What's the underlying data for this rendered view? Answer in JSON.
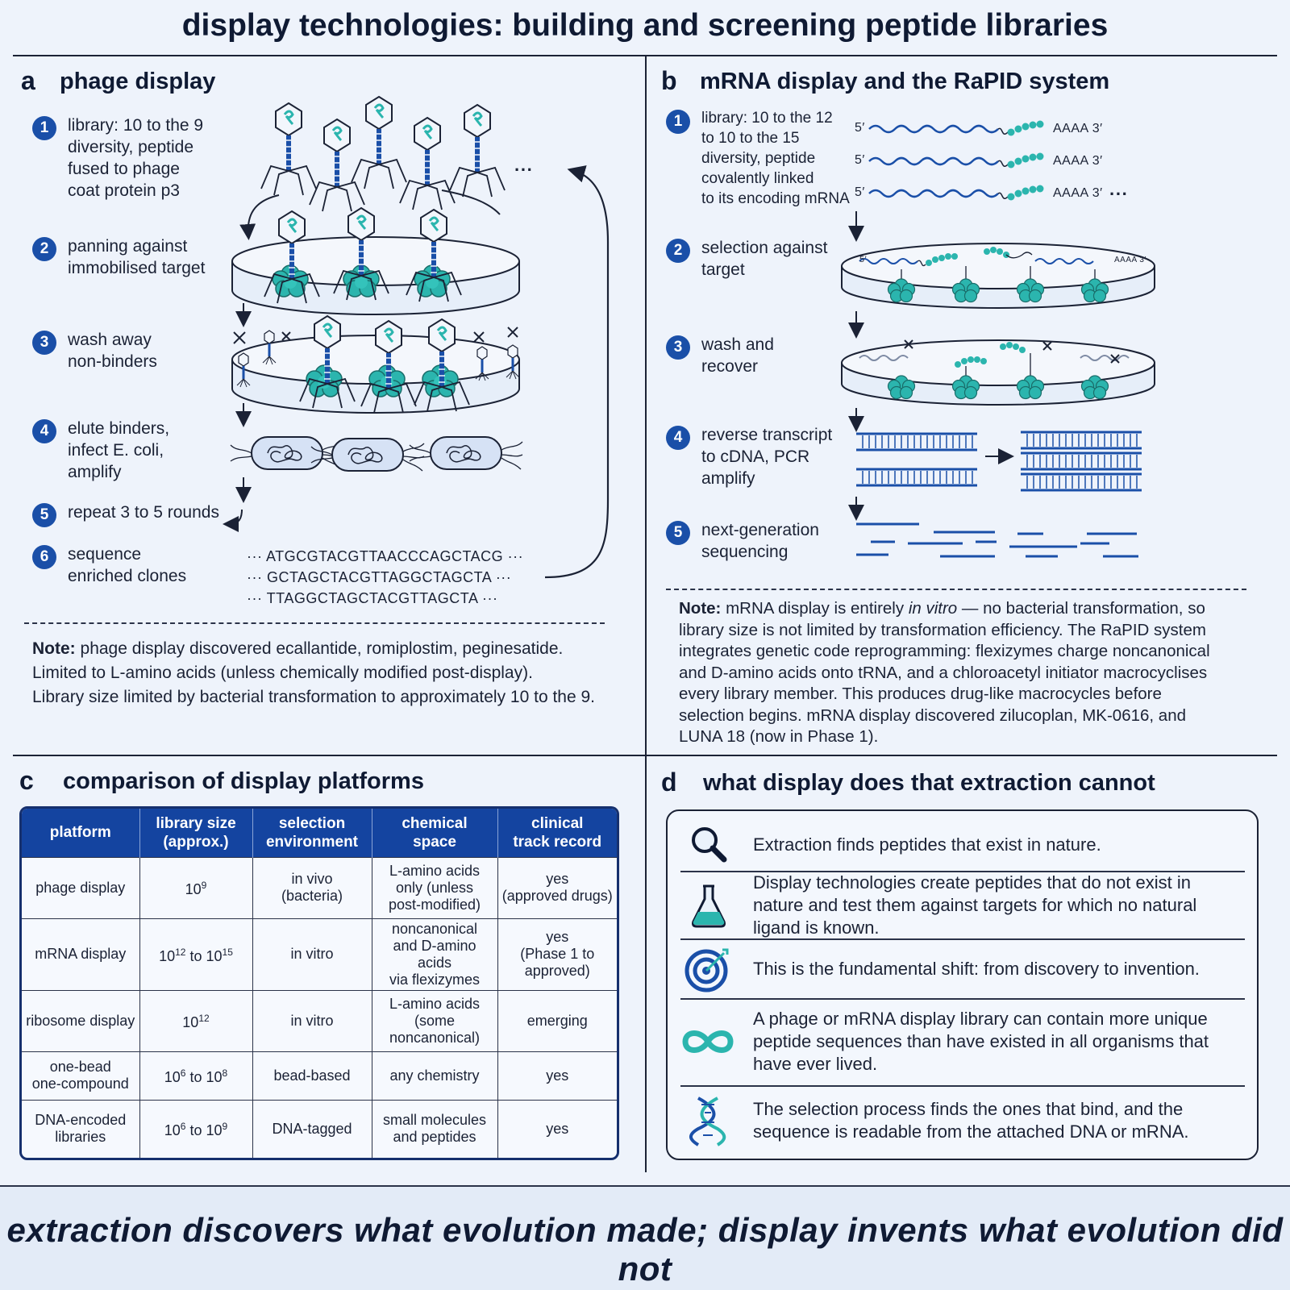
{
  "title": "display technologies: building and screening peptide libraries",
  "panel_a": {
    "letter": "a",
    "title": "phage display",
    "steps": [
      {
        "num": "1",
        "text": "library: 10 to the 9\ndiversity, peptide\nfused to phage\ncoat protein p3"
      },
      {
        "num": "2",
        "text": "panning against\nimmobilised target"
      },
      {
        "num": "3",
        "text": "wash away\nnon-binders"
      },
      {
        "num": "4",
        "text": "elute binders,\ninfect E. coli,\namplify"
      },
      {
        "num": "5",
        "text": "repeat 3 to 5 rounds"
      },
      {
        "num": "6",
        "text": "sequence\nenriched clones"
      }
    ],
    "sequences": [
      "··· ATGCGTACGTTAACCCAGCTACG ···",
      "··· GCTAGCTACGTTAGGCTAGCTA ···",
      "··· TTAGGCTAGCTACGTTAGCTA ···"
    ],
    "ellipsis": "···",
    "note_label": "Note:",
    "note_lines": [
      "phage display discovered ecallantide, romiplostim, peginesatide.",
      "Limited to L-amino acids (unless chemically modified post-display).",
      "Library size limited by bacterial transformation to approximately 10 to the 9."
    ]
  },
  "panel_b": {
    "letter": "b",
    "title": "mRNA display and the RaPID system",
    "steps": [
      {
        "num": "1",
        "text": "library: 10 to the 12\nto 10 to the 15\ndiversity, peptide\ncovalently linked\nto its encoding mRNA"
      },
      {
        "num": "2",
        "text": "selection against\ntarget"
      },
      {
        "num": "3",
        "text": "wash and\nrecover"
      },
      {
        "num": "4",
        "text": "reverse transcript\nto cDNA, PCR\namplify"
      },
      {
        "num": "5",
        "text": "next-generation\nsequencing"
      }
    ],
    "mrna_five": "5′",
    "mrna_tail": "AAAA 3′",
    "dish_five": "5′",
    "dish_tail": "AAAA 3′",
    "ellipsis": "···",
    "note_label": "Note:",
    "note_pre": "mRNA display is entirely",
    "note_italic": "in vitro",
    "note_post": "— no bacterial transformation, so library size is not limited by transformation efficiency. The RaPID system integrates genetic code reprogramming: flexizymes charge noncanonical and D-amino acids onto tRNA, and a chloroacetyl initiator macrocyclises every library member. This produces drug-like macrocycles before selection begins. mRNA display discovered zilucoplan, MK-0616, and LUNA 18 (now in Phase 1)."
  },
  "panel_c": {
    "letter": "c",
    "title": "comparison of display platforms",
    "headers": [
      "platform",
      "library size\n(approx.)",
      "selection\nenvironment",
      "chemical\nspace",
      "clinical\ntrack record"
    ],
    "rows": [
      {
        "platform": "phage display",
        "size_base": "10",
        "size_exp": "9",
        "size_to": "",
        "size_exp2": "",
        "env": "in vivo\n(bacteria)",
        "chem": "L-amino acids\nonly (unless\npost-modified)",
        "clinical": "yes\n(approved drugs)"
      },
      {
        "platform": "mRNA display",
        "size_base": "10",
        "size_exp": "12",
        "size_to": " to 10",
        "size_exp2": "15",
        "env": "in vitro",
        "chem": "noncanonical\nand D-amino acids\nvia flexizymes",
        "clinical": "yes\n(Phase 1 to\napproved)"
      },
      {
        "platform": "ribosome display",
        "size_base": "10",
        "size_exp": "12",
        "size_to": "",
        "size_exp2": "",
        "env": "in vitro",
        "chem": "L-amino acids\n(some\nnoncanonical)",
        "clinical": "emerging"
      },
      {
        "platform": "one-bead\none-compound",
        "size_base": "10",
        "size_exp": "6",
        "size_to": " to 10",
        "size_exp2": "8",
        "env": "bead-based",
        "chem": "any chemistry",
        "clinical": "yes"
      },
      {
        "platform": "DNA-encoded\nlibraries",
        "size_base": "10",
        "size_exp": "6",
        "size_to": " to 10",
        "size_exp2": "9",
        "env": "DNA-tagged",
        "chem": "small molecules\nand peptides",
        "clinical": "yes"
      }
    ]
  },
  "panel_d": {
    "letter": "d",
    "title": "what display does that extraction cannot",
    "rows": [
      {
        "icon": "magnifier-icon",
        "text": "Extraction finds peptides that exist in nature."
      },
      {
        "icon": "flask-icon",
        "text": "Display technologies create peptides that do not exist in nature and test them against targets for which no natural ligand is known."
      },
      {
        "icon": "target-icon",
        "text": "This is the fundamental shift: from discovery to invention."
      },
      {
        "icon": "infinity-icon",
        "text": "A phage or mRNA display library can contain more unique peptide sequences than have existed in all organisms that have ever lived."
      },
      {
        "icon": "dna-icon",
        "text": "The selection process finds the ones that bind, and the sequence is readable from the attached DNA or mRNA."
      }
    ]
  },
  "footer": "extraction discovers what evolution made; display invents what evolution did not",
  "colors": {
    "accent": "#1a4fa8",
    "header": "#1444a0",
    "teal": "#2bb5ae",
    "ink": "#1b2235",
    "background": "#eef3fb"
  }
}
